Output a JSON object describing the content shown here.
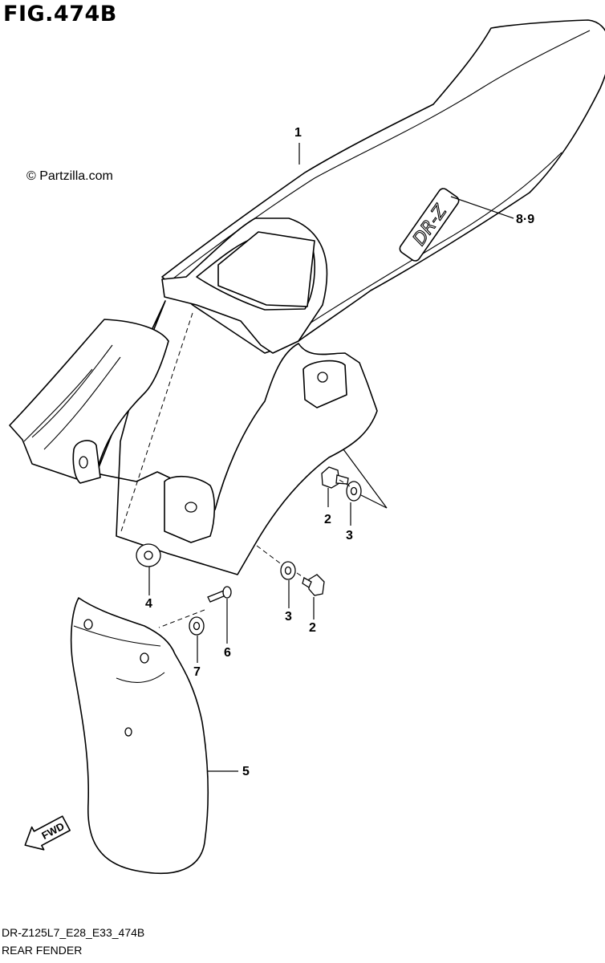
{
  "figure": {
    "title": "FIG.474B"
  },
  "watermark": "© Partzilla.com",
  "callouts": [
    {
      "id": "c1",
      "label": "1"
    },
    {
      "id": "c89",
      "label": "8·9"
    },
    {
      "id": "c2a",
      "label": "2"
    },
    {
      "id": "c3a",
      "label": "3"
    },
    {
      "id": "c4",
      "label": "4"
    },
    {
      "id": "c3b",
      "label": "3"
    },
    {
      "id": "c2b",
      "label": "2"
    },
    {
      "id": "c6",
      "label": "6"
    },
    {
      "id": "c7",
      "label": "7"
    },
    {
      "id": "c5",
      "label": "5"
    }
  ],
  "direction_arrow": "FWD",
  "fender_decal": "DR-Z",
  "footer": {
    "code": "DR-Z125L7_E28_E33_474B",
    "title": "REAR FENDER"
  }
}
